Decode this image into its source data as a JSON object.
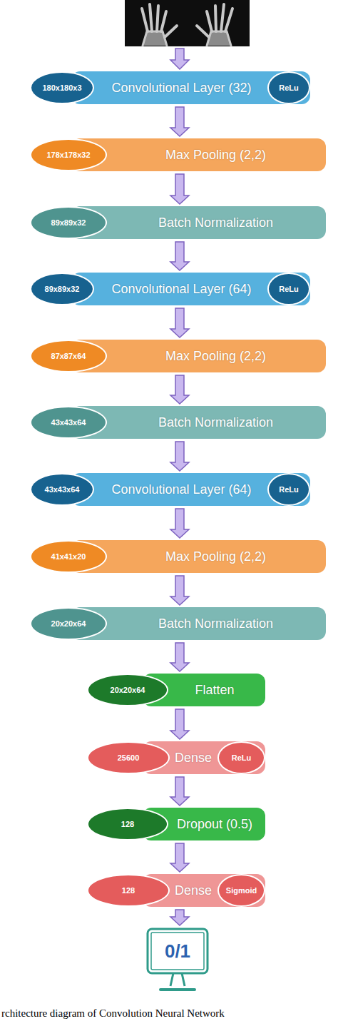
{
  "diagram": {
    "caption": "rchitecture diagram of Convolution Neural Network",
    "nodes": [
      {
        "text": [
          "180x180x3"
        ]
      },
      {
        "text": [
          "Convolutional Layer (32)"
        ]
      },
      {
        "text": [
          "ReLu"
        ]
      },
      {
        "text": [
          "178x178x32"
        ]
      },
      {
        "text": [
          "Max Pooling (2,2)"
        ]
      },
      {
        "text": [
          "89x89x32"
        ]
      },
      {
        "text": [
          "Batch Normalization"
        ]
      },
      {
        "text": [
          "89x89x32"
        ]
      },
      {
        "text": [
          "Convolutional Layer (64)"
        ]
      },
      {
        "text": [
          "ReLu"
        ]
      },
      {
        "text": [
          "87x87x64"
        ]
      },
      {
        "text": [
          "Max Pooling (2,2)"
        ]
      },
      {
        "text": [
          "43x43x64"
        ]
      },
      {
        "text": [
          "Batch Normalization"
        ]
      },
      {
        "text": [
          "43x43x64"
        ]
      },
      {
        "text": [
          "Convolutional Layer (64)"
        ]
      },
      {
        "text": [
          "ReLu"
        ]
      },
      {
        "text": [
          "41x41x20"
        ]
      },
      {
        "text": [
          "Max Pooling (2,2)"
        ]
      },
      {
        "text": [
          "20x20x64"
        ]
      },
      {
        "text": [
          "Batch Normalization"
        ]
      },
      {
        "text": [
          "20x20x64"
        ]
      },
      {
        "text": [
          "Flatten"
        ]
      },
      {
        "text": [
          "25600"
        ]
      },
      {
        "text": [
          "Dense"
        ]
      },
      {
        "text": [
          "ReLu"
        ]
      },
      {
        "text": [
          "128"
        ]
      },
      {
        "text": [
          "Dropout (0.5)"
        ]
      },
      {
        "text": [
          "128"
        ]
      },
      {
        "text": [
          "Dense"
        ]
      },
      {
        "text": [
          "Sigmoid"
        ]
      },
      {
        "text": [
          "0/1"
        ]
      }
    ],
    "edges": [
      {
        "from": 1,
        "to": 4,
        "arrow": "to"
      },
      {
        "from": 4,
        "to": 6,
        "arrow": "to"
      },
      {
        "from": 6,
        "to": 8,
        "arrow": "to"
      },
      {
        "from": 8,
        "to": 11,
        "arrow": "to"
      },
      {
        "from": 11,
        "to": 13,
        "arrow": "to"
      },
      {
        "from": 13,
        "to": 15,
        "arrow": "to"
      },
      {
        "from": 15,
        "to": 18,
        "arrow": "to"
      },
      {
        "from": 18,
        "to": 20,
        "arrow": "to"
      },
      {
        "from": 20,
        "to": 22,
        "arrow": "to"
      },
      {
        "from": 22,
        "to": 24,
        "arrow": "to"
      },
      {
        "from": 24,
        "to": 27,
        "arrow": "to"
      },
      {
        "from": 27,
        "to": 29,
        "arrow": "to"
      },
      {
        "from": 29,
        "to": 31,
        "arrow": "to"
      }
    ]
  }
}
